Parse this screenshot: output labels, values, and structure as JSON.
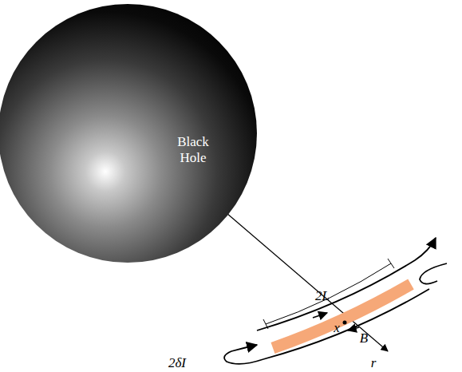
{
  "diagram": {
    "nodes": [
      {
        "text": [
          "Black Hole"
        ]
      }
    ],
    "labels": [
      "2L",
      "x",
      "B",
      "r",
      "2δI"
    ]
  }
}
